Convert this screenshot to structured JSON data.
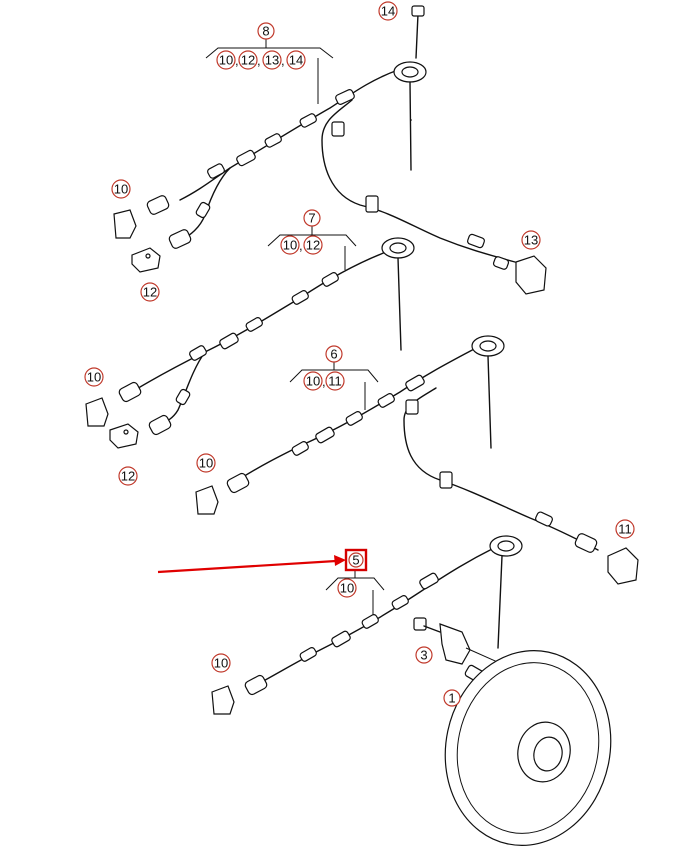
{
  "callouts": {
    "p1": "1",
    "p3": "3",
    "p5": "5",
    "p6": "6",
    "p7": "7",
    "p8": "8",
    "p10": "10",
    "p11": "11",
    "p12": "12",
    "p13": "13",
    "p14": "14"
  },
  "separators": {
    "comma": ","
  },
  "colors": {
    "line": "#111111",
    "callout_ring": "#c0392b",
    "highlight_box": "#d40000",
    "arrow": "#e00000"
  }
}
